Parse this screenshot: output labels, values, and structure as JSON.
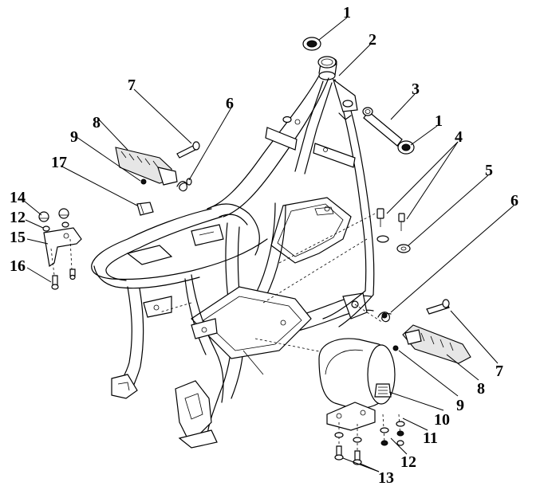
{
  "callouts": [
    {
      "id": "c1a",
      "label": "1"
    },
    {
      "id": "c2",
      "label": "2"
    },
    {
      "id": "c3",
      "label": "3"
    },
    {
      "id": "c1b",
      "label": "1"
    },
    {
      "id": "c4",
      "label": "4"
    },
    {
      "id": "c5",
      "label": "5"
    },
    {
      "id": "c6a",
      "label": "6"
    },
    {
      "id": "c7a",
      "label": "7"
    },
    {
      "id": "c6b",
      "label": "6"
    },
    {
      "id": "c8a",
      "label": "8"
    },
    {
      "id": "c9a",
      "label": "9"
    },
    {
      "id": "c17",
      "label": "17"
    },
    {
      "id": "c14",
      "label": "14"
    },
    {
      "id": "c12a",
      "label": "12"
    },
    {
      "id": "c15",
      "label": "15"
    },
    {
      "id": "c16",
      "label": "16"
    },
    {
      "id": "c7b",
      "label": "7"
    },
    {
      "id": "c8b",
      "label": "8"
    },
    {
      "id": "c9b",
      "label": "9"
    },
    {
      "id": "c10",
      "label": "10"
    },
    {
      "id": "c11",
      "label": "11"
    },
    {
      "id": "c12b",
      "label": "12"
    },
    {
      "id": "c13",
      "label": "13"
    }
  ]
}
